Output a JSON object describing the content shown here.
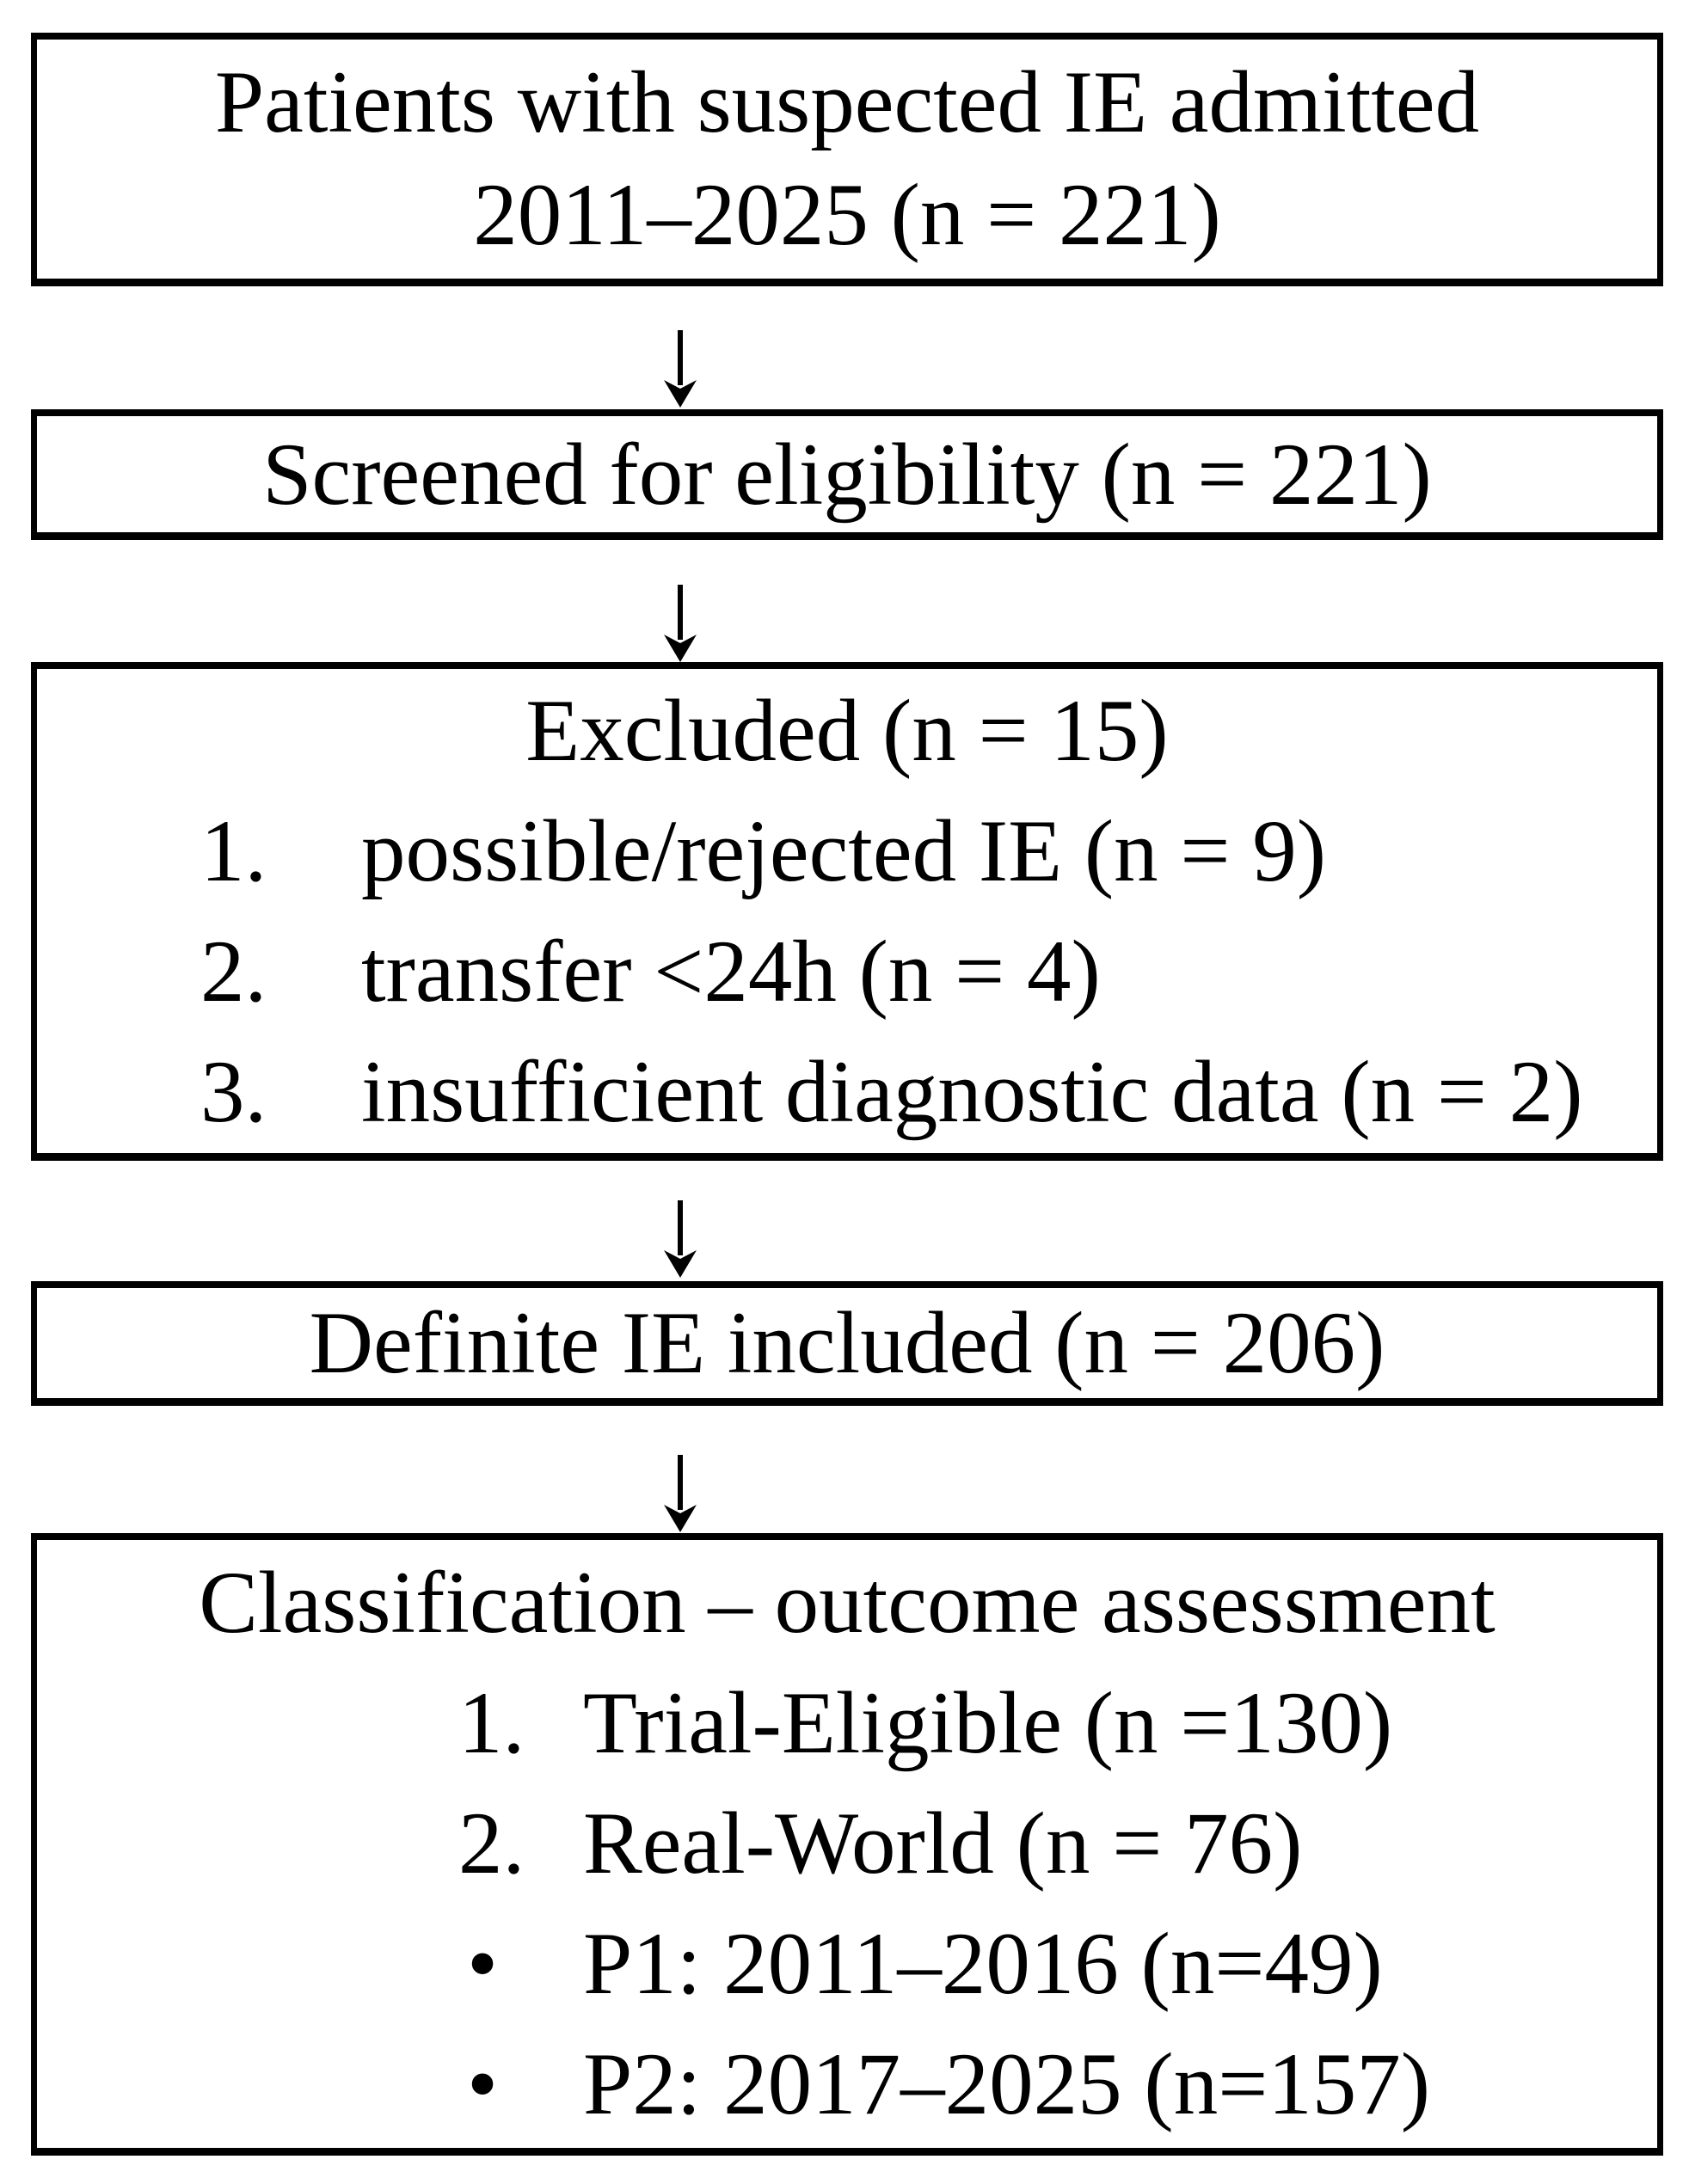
{
  "style": {
    "background": "#ffffff",
    "border_color": "#000000",
    "text_color": "#000000"
  },
  "boxes": {
    "box1": {
      "line1": "Patients with suspected IE admitted",
      "line2": "2011–2025 (n = 221)"
    },
    "box2": {
      "line1": "Screened for eligibility (n = 221)"
    },
    "box3": {
      "title": "Excluded (n = 15)",
      "items": [
        {
          "marker": "1.",
          "text": "possible/rejected IE (n = 9)"
        },
        {
          "marker": "2.",
          "text": "transfer <24h (n = 4)"
        },
        {
          "marker": "3.",
          "text": "insufficient diagnostic data (n = 2)"
        }
      ]
    },
    "box4": {
      "line1": "Definite IE included (n = 206)"
    },
    "box5": {
      "title": "Classification – outcome assessment",
      "items": [
        {
          "marker": "1.",
          "text": "Trial-Eligible (n =130)"
        },
        {
          "marker": "2.",
          "text": "Real-World (n = 76)"
        },
        {
          "marker": "•",
          "text": "P1: 2011–2016 (n=49)"
        },
        {
          "marker": "•",
          "text": "P2: 2017–2025 (n=157)"
        }
      ]
    }
  }
}
